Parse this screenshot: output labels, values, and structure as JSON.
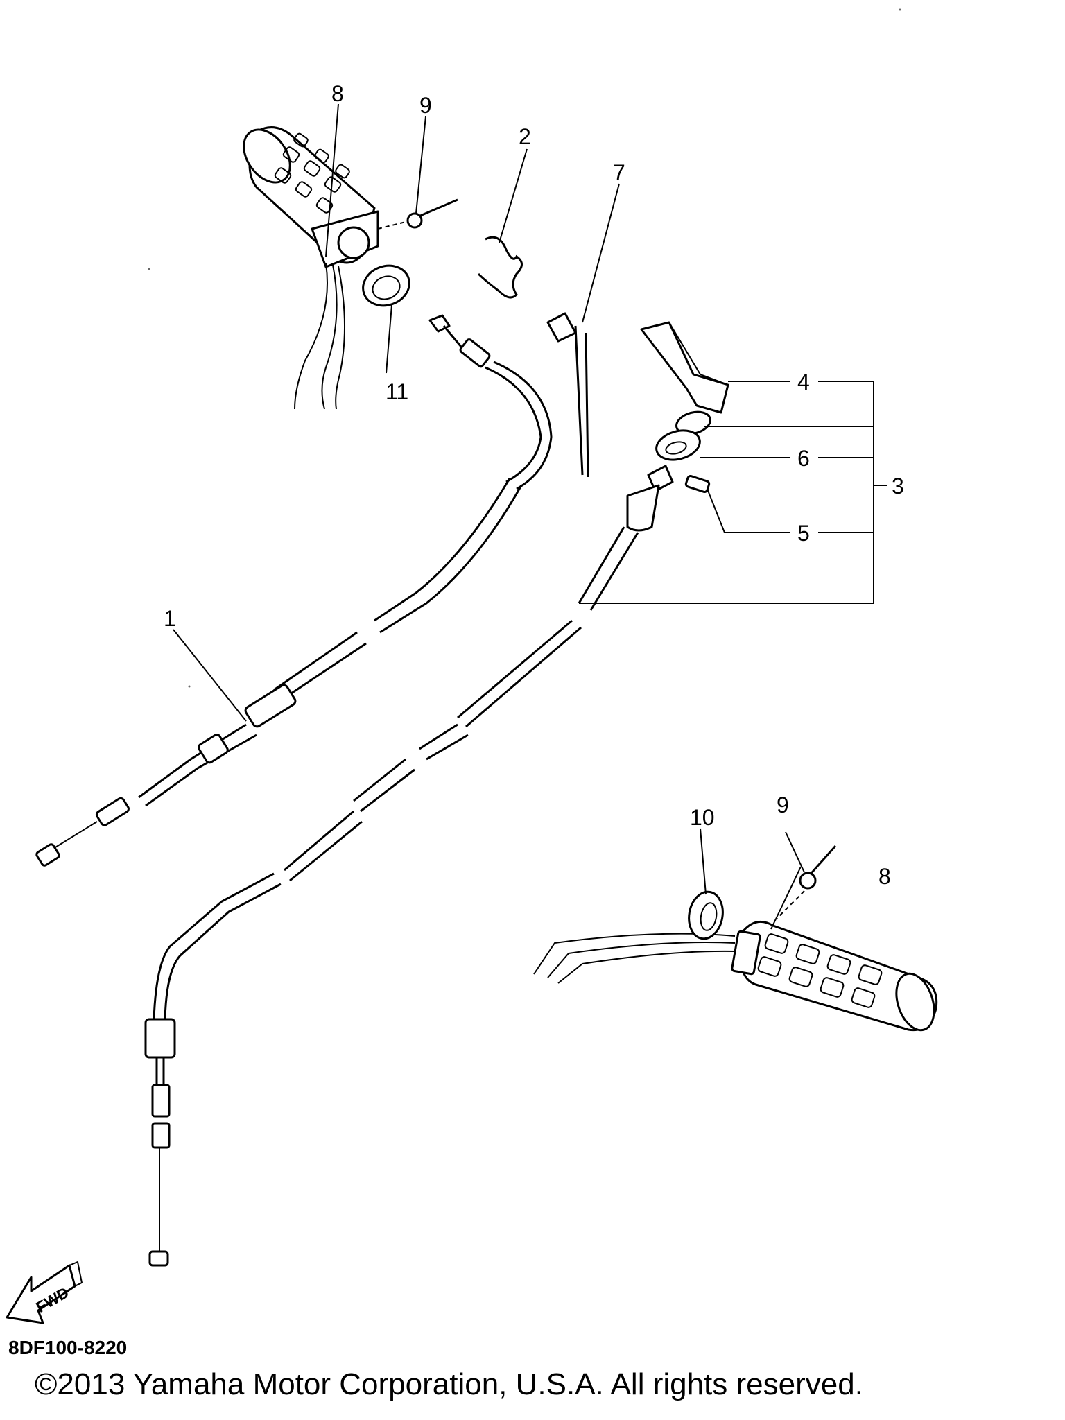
{
  "callouts": {
    "c1": "1",
    "c2": "2",
    "c3": "3",
    "c4": "4",
    "c5": "5",
    "c6": "6",
    "c7": "7",
    "c8_top": "8",
    "c8_bottom": "8",
    "c9_top": "9",
    "c9_bottom": "9",
    "c10": "10",
    "c11": "11"
  },
  "fwd_label": "FWD",
  "diagram_code": "8DF100-8220",
  "copyright": "©2013 Yamaha Motor Corporation, U.S.A. All rights reserved."
}
